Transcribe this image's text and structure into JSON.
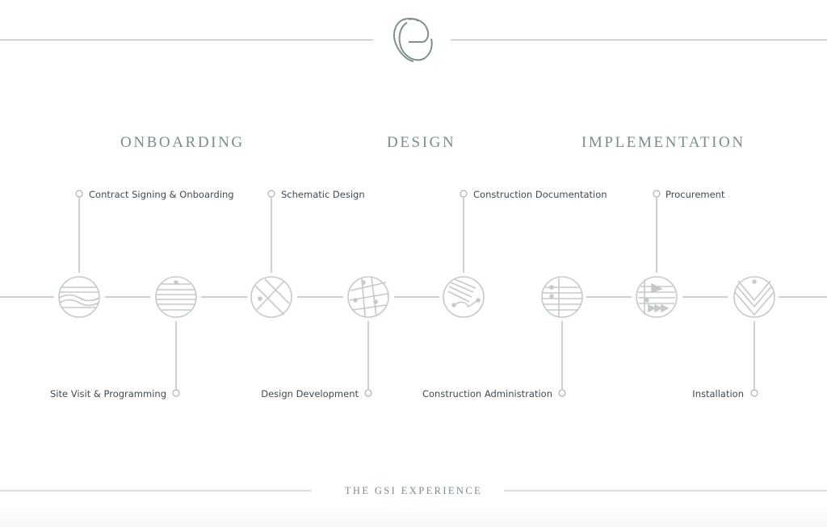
{
  "phases": {
    "onboarding": "ONBOARDING",
    "design": "DESIGN",
    "implementation": "IMPLEMENTATION"
  },
  "steps": {
    "contract": "Contract Signing & Onboarding",
    "site_visit": "Site Visit & Programming",
    "schematic": "Schematic Design",
    "design_dev": "Design Development",
    "construction_docs": "Construction Documentation",
    "construction_admin": "Construction Administration",
    "procurement": "Procurement",
    "installation": "Installation"
  },
  "footer": {
    "title": "THE GSI EXPERIENCE"
  },
  "colors": {
    "line": "#a9b2b3",
    "icon": "#c4caca",
    "phase_text": "#7c8c8c",
    "label_text": "#414a50"
  }
}
